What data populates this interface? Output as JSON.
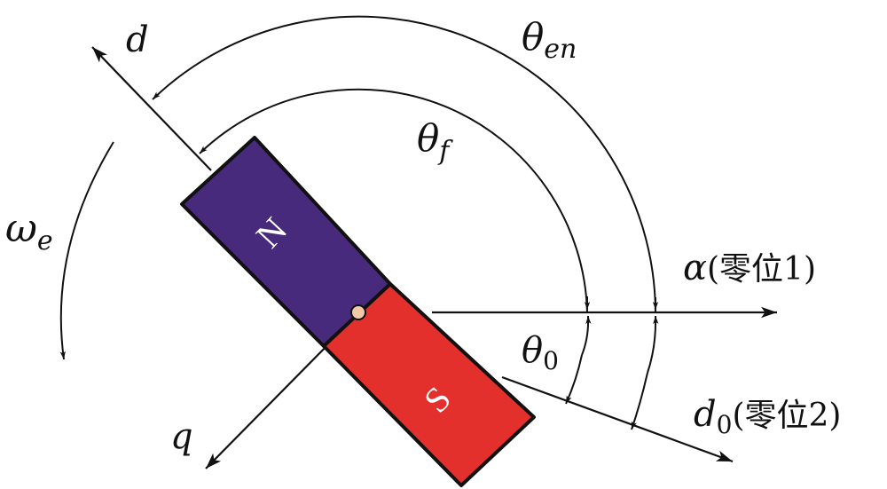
{
  "diagram": {
    "labels": {
      "d_axis": "d",
      "q_axis": "q",
      "omega_symbol": "ω",
      "omega_sub": "e",
      "theta_en_symbol": "θ",
      "theta_en_sub": "en",
      "theta_f_symbol": "θ",
      "theta_f_sub": "f",
      "theta0_symbol": "θ",
      "theta0_sub": "0",
      "alpha_symbol": "α",
      "alpha_text": "(零位1)",
      "d0_symbol": "d",
      "d0_sub": "0",
      "d0_text": "(零位2)"
    },
    "magnet": {
      "north_label": "N",
      "south_label": "S"
    },
    "colors": {
      "north_pole": "#472a7c",
      "south_pole": "#e3302d",
      "outline": "#111111",
      "center_dot": "#f2c9a8"
    }
  }
}
